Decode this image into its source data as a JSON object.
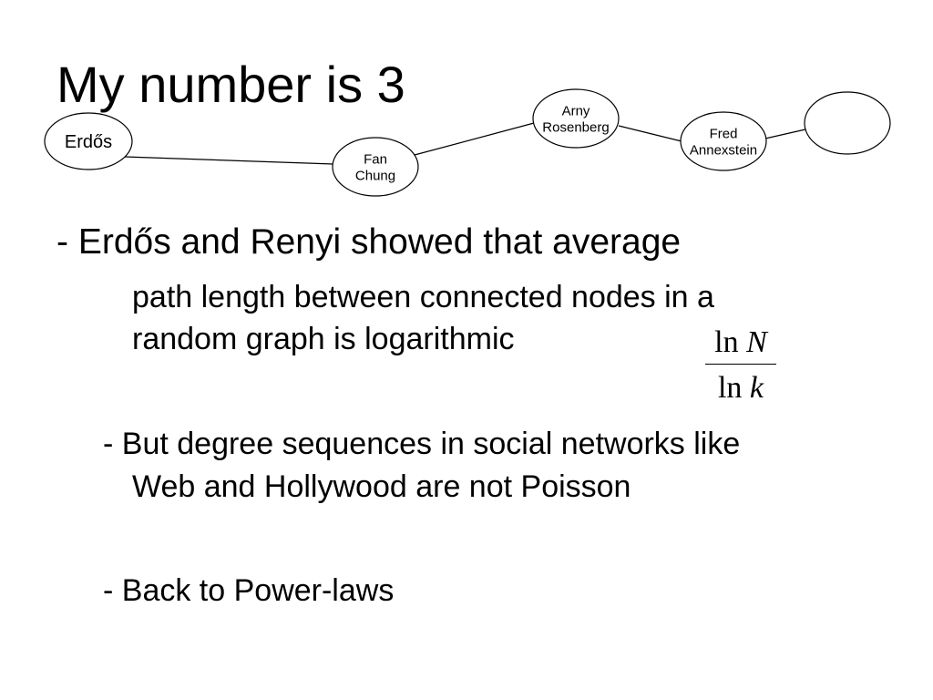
{
  "slide": {
    "title": "My number is 3"
  },
  "diagram": {
    "nodes": [
      {
        "id": "erdos",
        "lines": [
          "Erdős"
        ]
      },
      {
        "id": "fan-chung",
        "lines": [
          "Fan",
          "Chung"
        ]
      },
      {
        "id": "arny-rosenberg",
        "lines": [
          "Arny",
          "Rosenberg"
        ]
      },
      {
        "id": "fred-annexstein",
        "lines": [
          "Fred",
          "Annexstein"
        ]
      },
      {
        "id": "me",
        "lines": []
      }
    ],
    "edges": [
      [
        "erdos",
        "fan-chung"
      ],
      [
        "fan-chung",
        "arny-rosenberg"
      ],
      [
        "arny-rosenberg",
        "fred-annexstein"
      ],
      [
        "fred-annexstein",
        "me"
      ]
    ]
  },
  "bullets": {
    "b1_line1": "- Erdős and Renyi showed that average",
    "b1_line2": "path length between connected nodes in a",
    "b1_line3": "random graph is logarithmic",
    "b2_line1": "- But degree sequences in social networks like",
    "b2_line2": "Web and Hollywood are not Poisson",
    "b3": "- Back to Power-laws"
  },
  "formula": {
    "num_fn": "ln",
    "num_var": "N",
    "den_fn": "ln",
    "den_var": "k"
  }
}
